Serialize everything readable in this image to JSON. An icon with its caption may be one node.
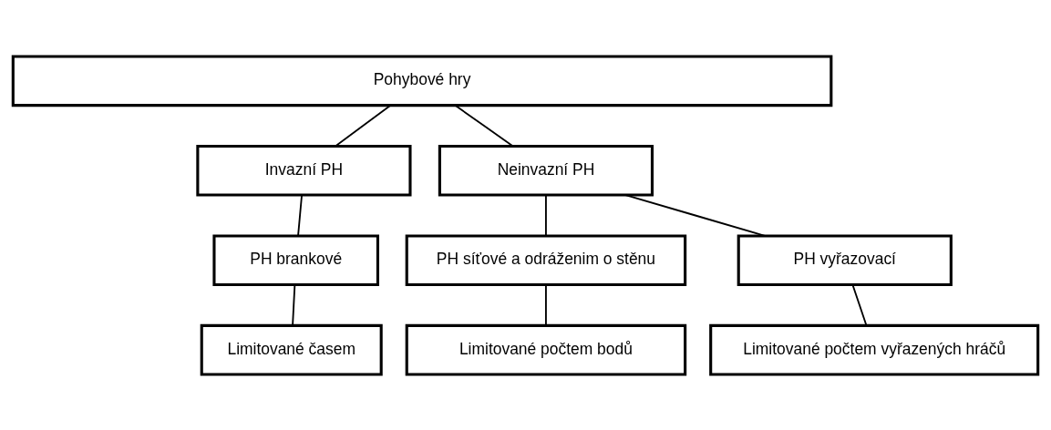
{
  "diagram": {
    "nodes": [
      {
        "text": [
          "Pohybové hry"
        ]
      },
      {
        "text": [
          "Invazní PH"
        ]
      },
      {
        "text": [
          "Neinvazní PH"
        ]
      },
      {
        "text": [
          "PH brankové"
        ]
      },
      {
        "text": [
          "PH síťové a odráženim o stěnu"
        ]
      },
      {
        "text": [
          "PH vyřazovací"
        ]
      },
      {
        "text": [
          "Limitované časem"
        ]
      },
      {
        "text": [
          "Limitované počtem bodů"
        ]
      },
      {
        "text": [
          "Limitované počtem vyřazených hráčů"
        ]
      }
    ],
    "edges": [
      {
        "from": 0,
        "to": 1,
        "arrow": "none"
      },
      {
        "from": 0,
        "to": 2,
        "arrow": "none"
      },
      {
        "from": 1,
        "to": 3,
        "arrow": "none"
      },
      {
        "from": 2,
        "to": 4,
        "arrow": "none"
      },
      {
        "from": 2,
        "to": 5,
        "arrow": "none"
      },
      {
        "from": 3,
        "to": 6,
        "arrow": "none"
      },
      {
        "from": 4,
        "to": 7,
        "arrow": "none"
      },
      {
        "from": 5,
        "to": 8,
        "arrow": "none"
      }
    ]
  }
}
